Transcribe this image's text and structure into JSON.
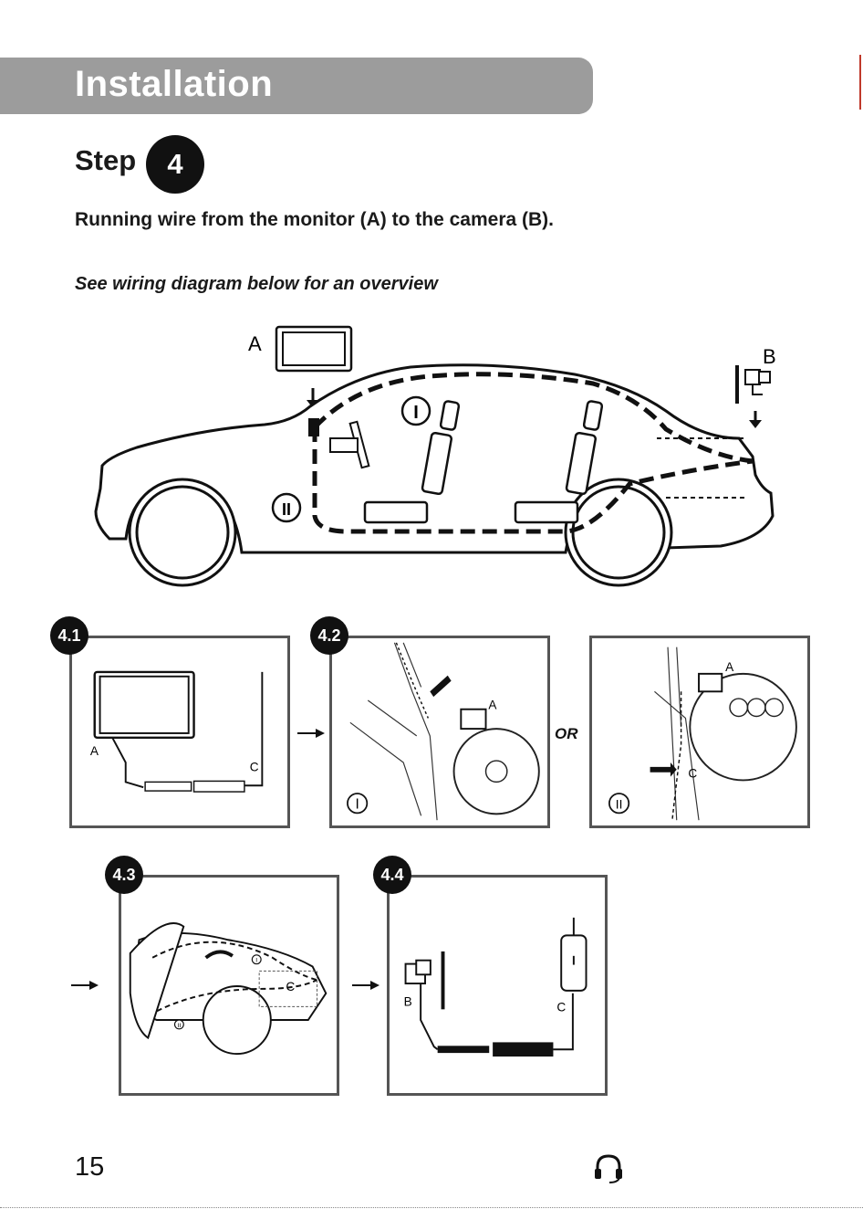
{
  "header": {
    "section_title": "Installation"
  },
  "step": {
    "label": "Step",
    "number": "4"
  },
  "instruction": {
    "heading": "Running wire from the monitor (A) to the camera (B).",
    "note": "See wiring diagram below for an overview"
  },
  "overview_diagram": {
    "label_monitor": "A",
    "label_camera": "B",
    "route_1": "I",
    "route_2": "II"
  },
  "panels": {
    "p41": {
      "number": "4.1",
      "label_a": "A",
      "label_c": "C"
    },
    "p42": {
      "number": "4.2",
      "label_a": "A",
      "route": "I"
    },
    "or_text": "OR",
    "p42b": {
      "label_a": "A",
      "label_c": "C",
      "route": "II"
    },
    "p43": {
      "number": "4.3",
      "label_c": "C",
      "route_1": "I",
      "route_2": "II"
    },
    "p44": {
      "number": "4.4",
      "label_b": "B",
      "label_c": "C"
    }
  },
  "footer": {
    "page_number": "15",
    "icon": "headset-icon"
  }
}
